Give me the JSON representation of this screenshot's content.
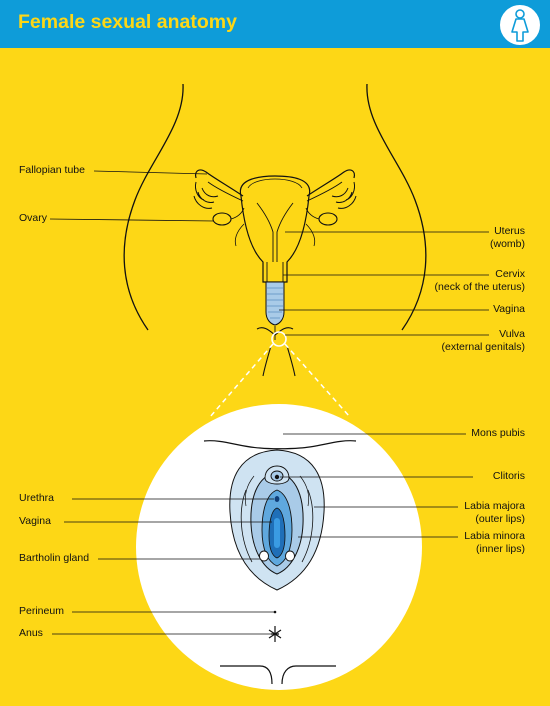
{
  "header": {
    "title": "Female sexual anatomy",
    "icon": "female-symbol-icon"
  },
  "colors": {
    "background": "#FDD716",
    "header": "#0E9CD9",
    "title": "#FDD716",
    "tissue_light": "#CFE3F2",
    "tissue_mid": "#A9CBE8",
    "tissue_dark": "#2E8FD4"
  },
  "labels": {
    "fallopian_tube": "Fallopian tube",
    "ovary": "Ovary",
    "uterus": "Uterus",
    "uterus_sub": "(womb)",
    "cervix": "Cervix",
    "cervix_sub": "(neck of the uterus)",
    "vagina_upper": "Vagina",
    "vulva": "Vulva",
    "vulva_sub": "(external genitals)",
    "mons_pubis": "Mons pubis",
    "clitoris": "Clitoris",
    "urethra": "Urethra",
    "vagina_lower": "Vagina",
    "labia_majora": "Labia majora",
    "labia_majora_sub": "(outer lips)",
    "labia_minora": "Labia minora",
    "labia_minora_sub": "(inner lips)",
    "bartholin_gland": "Bartholin gland",
    "perineum": "Perineum",
    "anus": "Anus"
  }
}
